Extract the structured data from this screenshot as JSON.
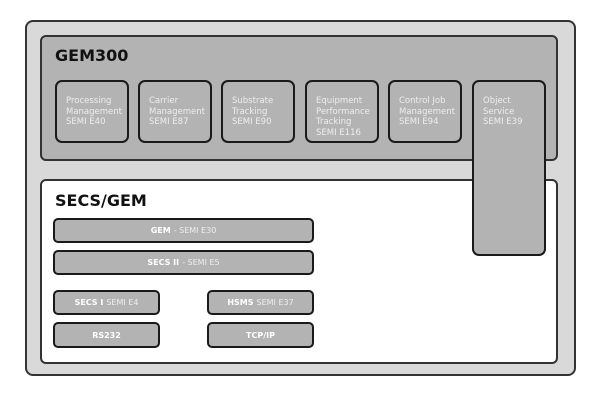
{
  "gem300": {
    "title": "GEM300",
    "modules": [
      {
        "name": "Processing Management",
        "std": "SEMI E40"
      },
      {
        "name": "Carrier Management",
        "std": "SEMI E87"
      },
      {
        "name": "Substrate Tracking",
        "std": "SEMI E90"
      },
      {
        "name": "Equipment Performance Tracking",
        "std": "SEMI E116"
      },
      {
        "name": "Control Job Management",
        "std": "SEMI E94"
      },
      {
        "name": "Object Service",
        "std": "SEMI E39"
      }
    ]
  },
  "secsgem": {
    "title": "SECS/GEM",
    "gem": {
      "name": "GEM",
      "std": "- SEMI E30"
    },
    "secs2": {
      "name": "SECS II",
      "std": "- SEMI E5"
    },
    "secs1": {
      "name": "SECS I",
      "std": "SEMI E4"
    },
    "hsms": {
      "name": "HSMS",
      "std": "SEMI E37"
    },
    "rs232": {
      "name": "RS232"
    },
    "tcpip": {
      "name": "TCP/IP"
    }
  }
}
